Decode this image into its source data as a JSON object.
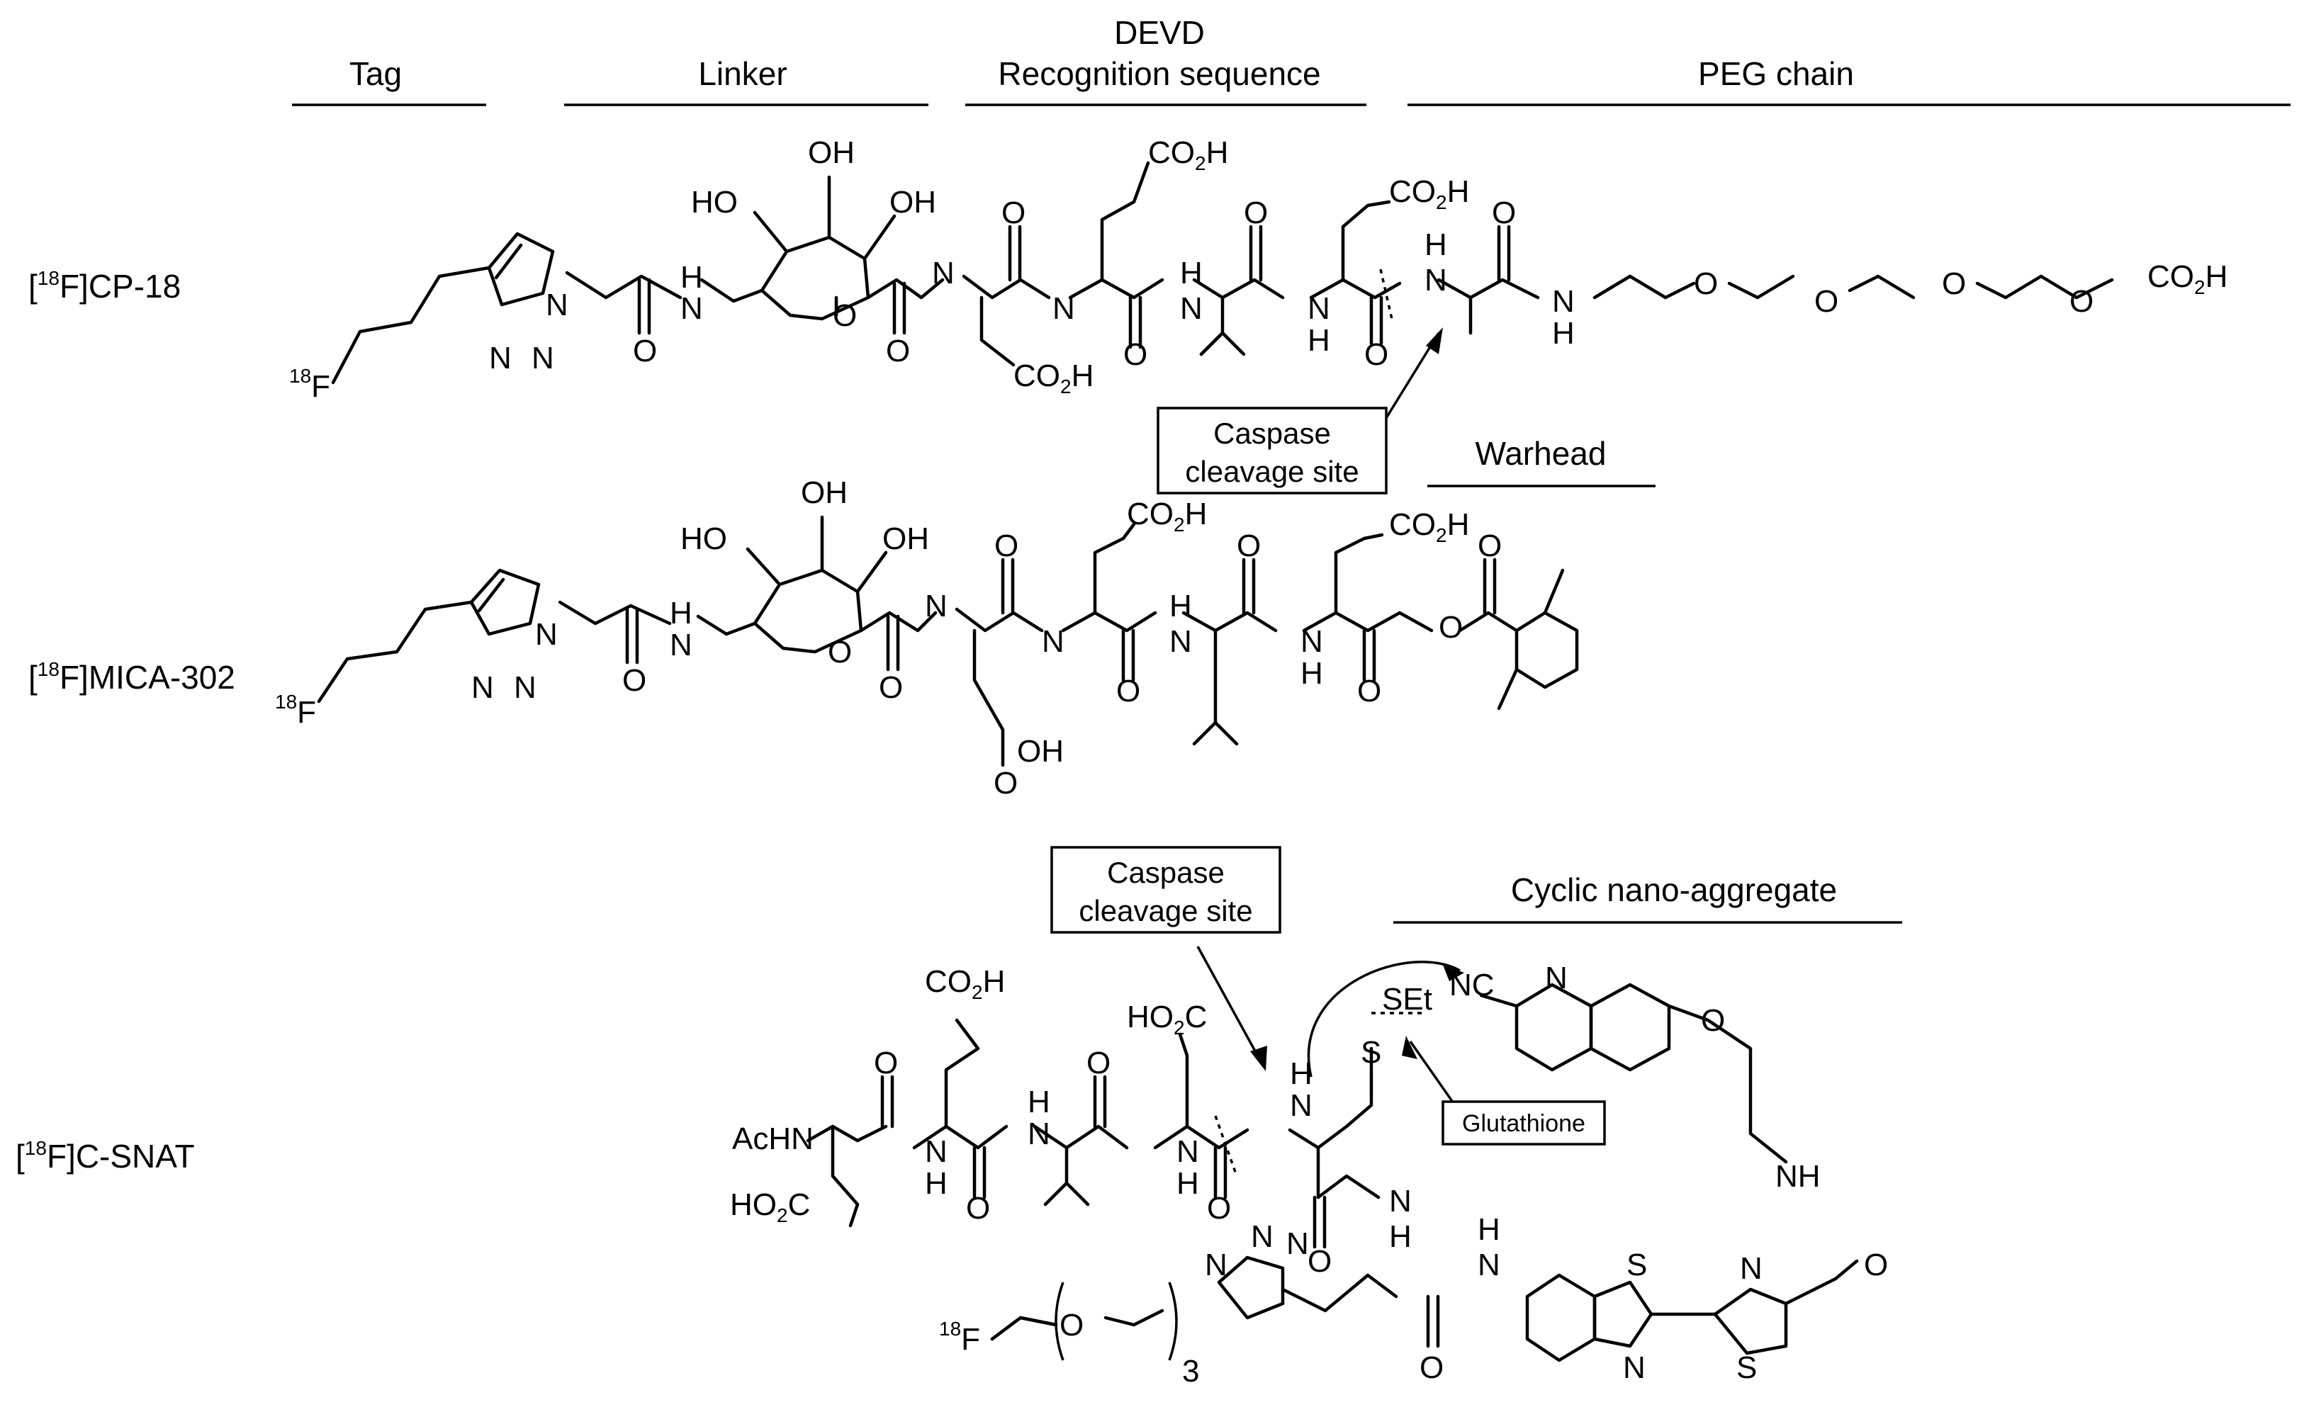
{
  "headers": {
    "tag": "Tag",
    "linker": "Linker",
    "devd_line1": "DEVD",
    "devd_line2": "Recognition sequence",
    "peg": "PEG chain",
    "warhead": "Warhead",
    "cyclic": "Cyclic nano-aggregate"
  },
  "compounds": [
    {
      "mass": "18",
      "name": "F]CP-18"
    },
    {
      "mass": "18",
      "name": "F]MICA-302"
    },
    {
      "mass": "18",
      "name": "F]C-SNAT"
    }
  ],
  "annotations": {
    "cleavage1_line1": "Caspase",
    "cleavage1_line2": "cleavage site",
    "cleavage2_line1": "Caspase",
    "cleavage2_line2": "cleavage site",
    "glutathione": "Glutathione"
  },
  "atoms": {
    "OH": "OH",
    "HO": "HO",
    "H": "H",
    "O": "O",
    "N": "N",
    "CO2H_pre": "CO",
    "CO2H_sub": "2",
    "CO2H_post": "H",
    "HO2C_pre": "HO",
    "HO2C_sub": "2",
    "HO2C_post": "C",
    "F18_mass": "18",
    "F18_el": "F",
    "AcHN": "AcHN",
    "NH": "NH",
    "NC": "NC",
    "S": "S",
    "SEt": "SEt",
    "repeat": "3"
  }
}
